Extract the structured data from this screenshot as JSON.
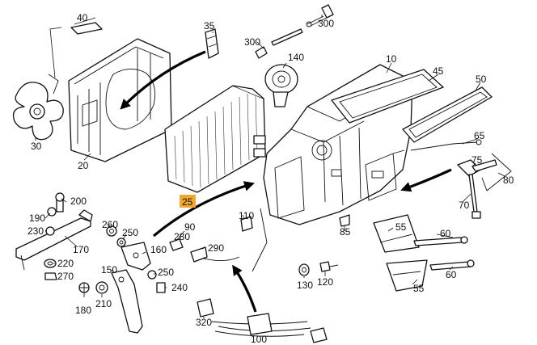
{
  "labels": [
    "40",
    "35",
    "300",
    "300",
    "140",
    "10",
    "45",
    "50",
    "30",
    "20",
    "65",
    "75",
    "80",
    "70",
    "25",
    "200",
    "190",
    "230",
    "170",
    "260",
    "250",
    "90",
    "280",
    "290",
    "110",
    "85",
    "55",
    "60",
    "220",
    "270",
    "150",
    "250",
    "240",
    "160",
    "130",
    "120",
    "60",
    "55",
    "180",
    "210",
    "320",
    "100"
  ],
  "highlight": {
    "label_index": 14,
    "color": "#f3a72e"
  },
  "colors": {
    "ink": "#111111",
    "background": "#ffffff"
  }
}
